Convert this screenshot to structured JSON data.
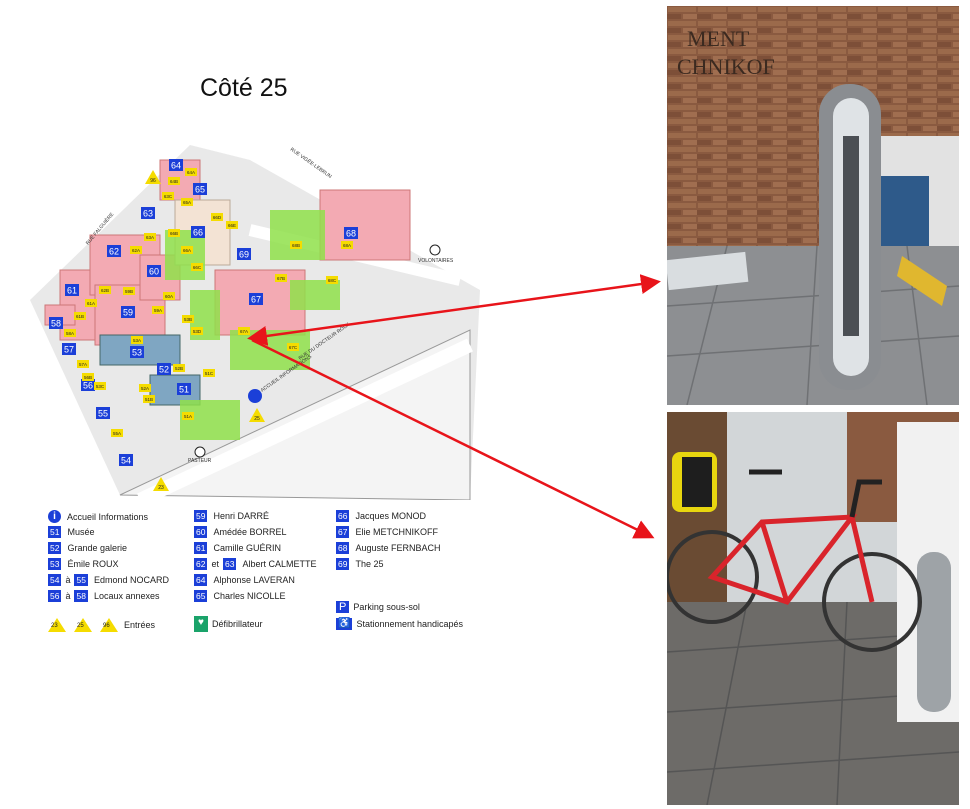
{
  "title": "Côté 25",
  "map": {
    "streets": {
      "vigee": "RUE VIGÉE-LEBRUN",
      "falguiere": "RUE FALGUIÈRE",
      "roux": "RUE DU DOCTEUR ROUX",
      "volontaires": "VOLONTAIRES",
      "pasteur": "PASTEUR",
      "accueil": "ACCUEIL INFORMATIONS"
    },
    "buildings": [
      "64",
      "65",
      "63",
      "66",
      "62",
      "68",
      "69",
      "60",
      "61",
      "67",
      "59",
      "58",
      "53",
      "57",
      "52",
      "56",
      "51",
      "55",
      "54"
    ],
    "entrances": [
      "64A",
      "64B",
      "63C",
      "65A",
      "66D",
      "66E",
      "66B",
      "63A",
      "62A",
      "66A",
      "66C",
      "68B",
      "68A",
      "67B",
      "68C",
      "62B",
      "59B",
      "60A",
      "61A",
      "61B",
      "59A",
      "53B",
      "53D",
      "53A",
      "58A",
      "67A",
      "67C",
      "57A",
      "52B",
      "51C",
      "56B",
      "53C",
      "52A",
      "51B",
      "51A",
      "55A"
    ],
    "gates": [
      "96",
      "25",
      "23"
    ]
  },
  "legend": {
    "col1": [
      {
        "badges": [],
        "label": "Accueil Informations",
        "icon": "info"
      },
      {
        "badges": [
          "51"
        ],
        "label": "Musée"
      },
      {
        "badges": [
          "52"
        ],
        "label": "Grande galerie"
      },
      {
        "badges": [
          "53"
        ],
        "label": "Émile ROUX"
      },
      {
        "badges": [
          "54",
          "55"
        ],
        "joiner": "à",
        "label": "Edmond NOCARD"
      },
      {
        "badges": [
          "56",
          "58"
        ],
        "joiner": "à",
        "label": "Locaux annexes"
      }
    ],
    "col2": [
      {
        "badges": [
          "59"
        ],
        "label": "Henri DARRÉ"
      },
      {
        "badges": [
          "60"
        ],
        "label": "Amédée BORREL"
      },
      {
        "badges": [
          "61"
        ],
        "label": "Camille GUÉRIN"
      },
      {
        "badges": [
          "62",
          "63"
        ],
        "joiner": "et",
        "label": "Albert CALMETTE"
      },
      {
        "badges": [
          "64"
        ],
        "label": "Alphonse LAVERAN"
      },
      {
        "badges": [
          "65"
        ],
        "label": "Charles NICOLLE"
      }
    ],
    "col3": [
      {
        "badges": [
          "66"
        ],
        "label": "Jacques MONOD"
      },
      {
        "badges": [
          "67"
        ],
        "label": "Elie METCHNIKOFF"
      },
      {
        "badges": [
          "68"
        ],
        "label": "Auguste FERNBACH"
      },
      {
        "badges": [
          "69"
        ],
        "label": "The 25"
      }
    ],
    "entrances": {
      "gates": [
        "23",
        "25",
        "96"
      ],
      "label": "Entrées"
    },
    "defib": "Défibrillateur",
    "parking": "Parking sous-sol",
    "handicap": "Stationnement handicapés",
    "parking_glyph": "P"
  },
  "photos": {
    "top_wall_text": "MENT\nCHNIKOF"
  },
  "colors": {
    "badge": "#1b3fd8",
    "entrance": "#f5dc00",
    "building": "#f3aab3",
    "green": "#8fe04a",
    "arrow": "#e8141a"
  }
}
